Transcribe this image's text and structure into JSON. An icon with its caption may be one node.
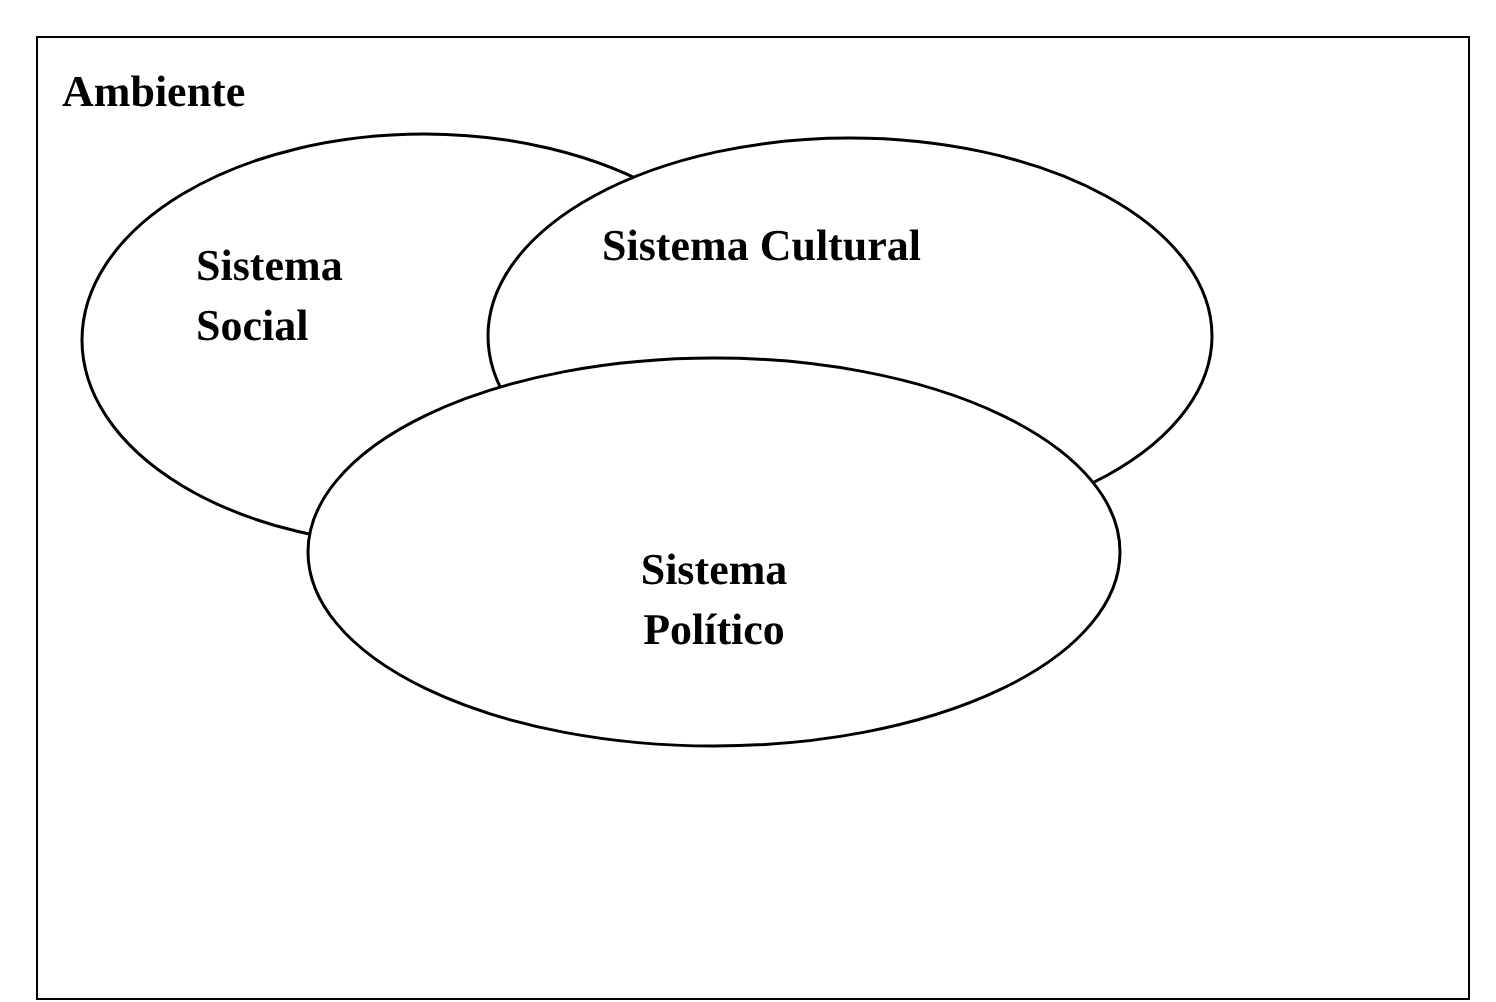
{
  "diagram": {
    "nodes": [
      {
        "text": [
          "Ambiente"
        ]
      },
      {
        "text": [
          "Sistema Social"
        ],
        "in": 0
      },
      {
        "text": [
          "Sistema Cultural"
        ],
        "in": 0
      },
      {
        "text": [
          "Sistema Político"
        ],
        "in": 0
      }
    ]
  }
}
